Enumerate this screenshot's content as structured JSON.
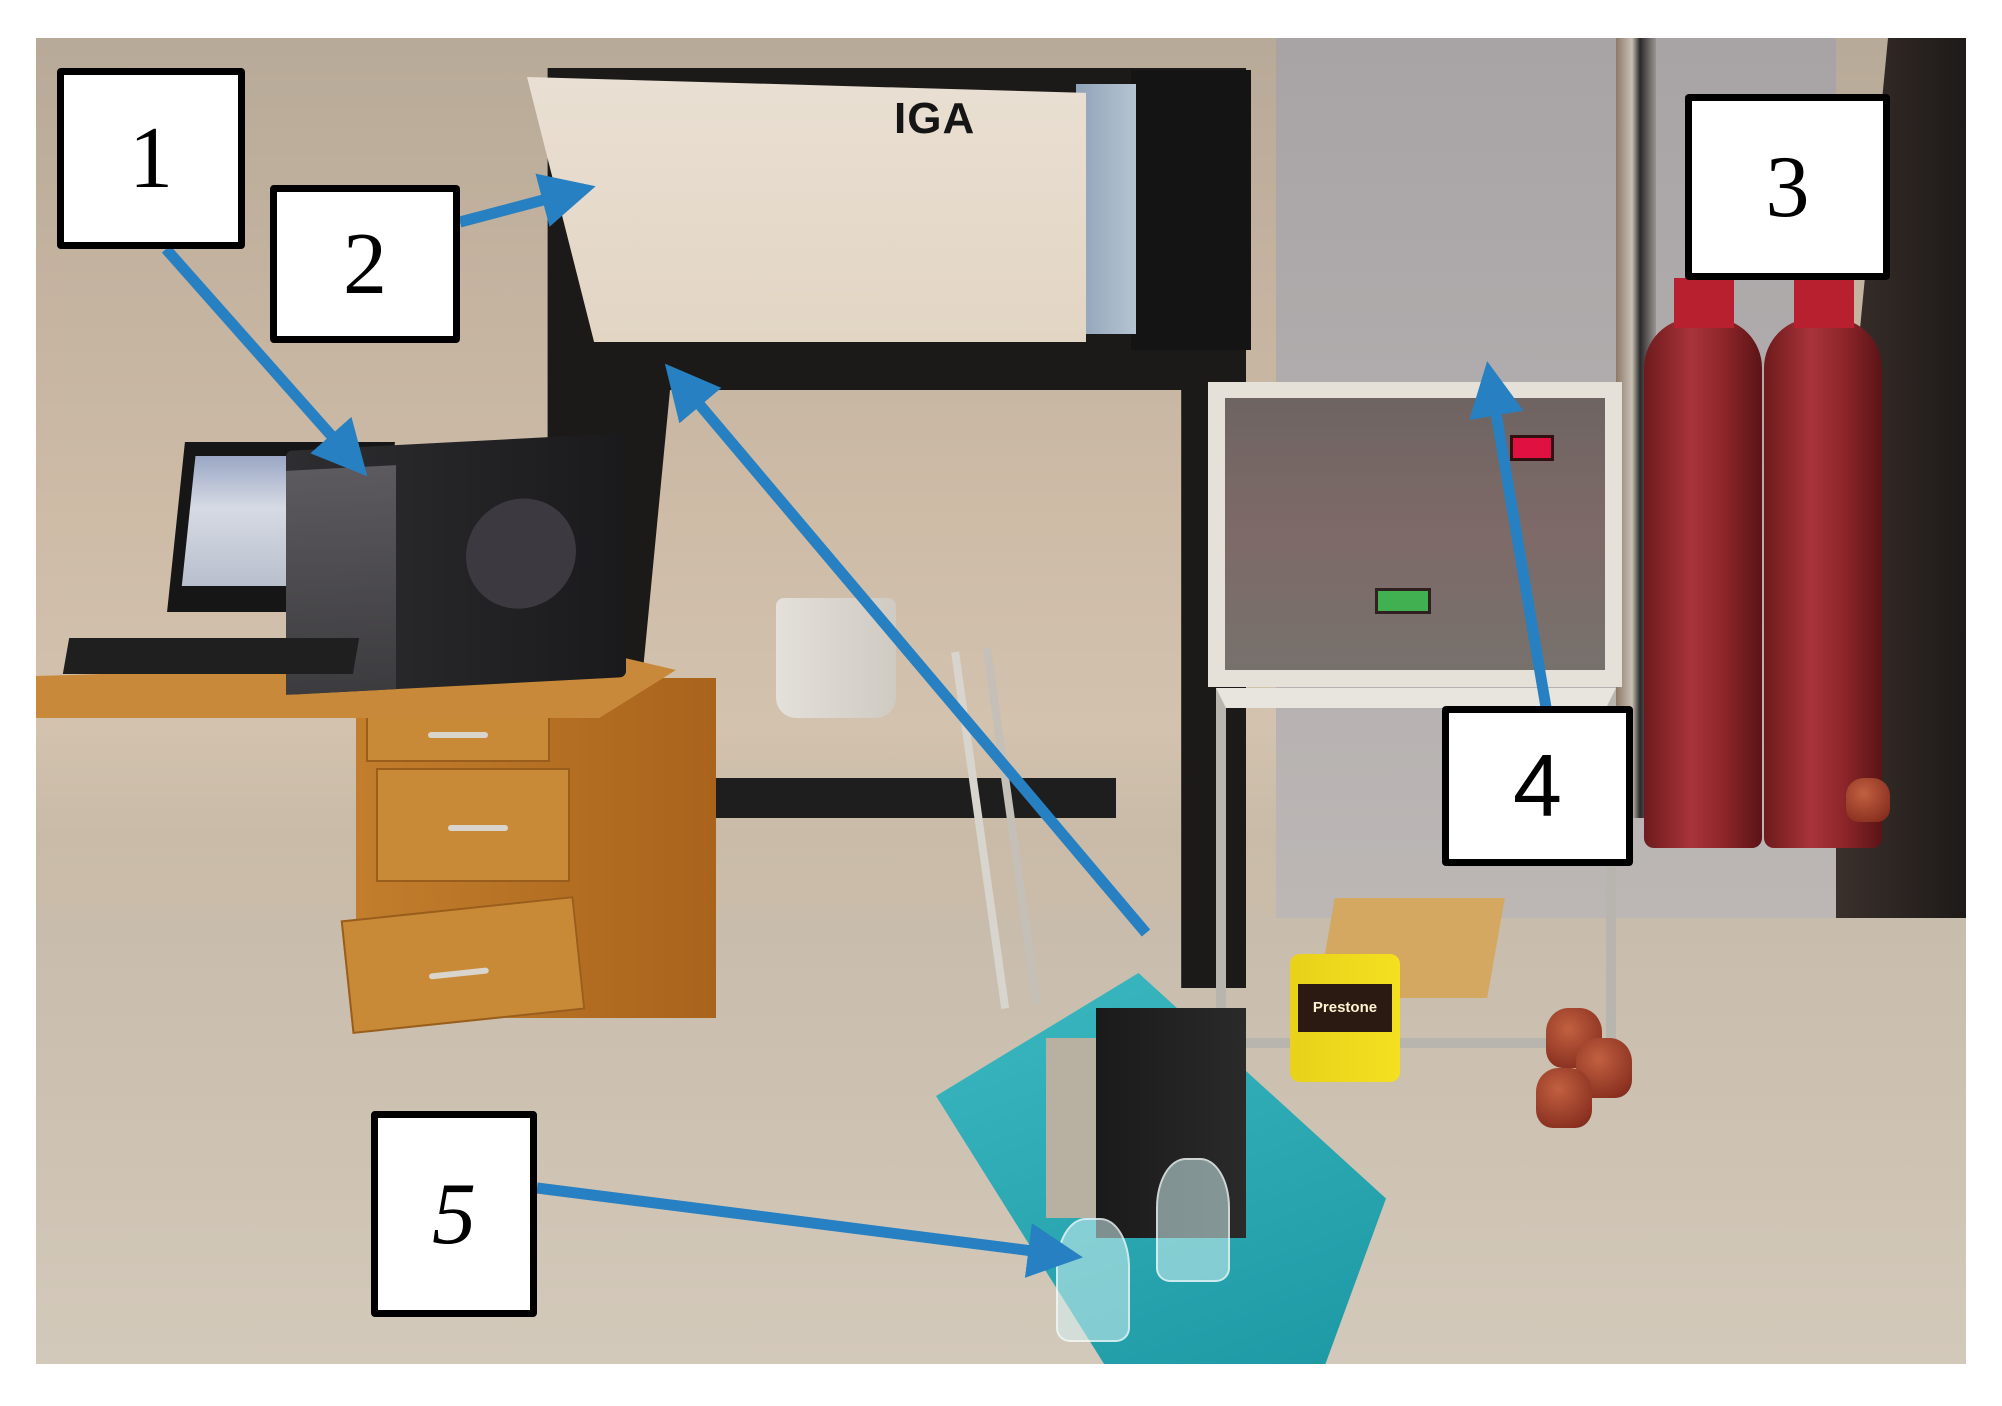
{
  "figure": {
    "description": "Photograph of an IGA (intelligent gravimetric analyzer) laboratory setup with numbered callouts",
    "accent_arrow_color": "#2680c2",
    "label_box_border": "#000000"
  },
  "equipment_text": {
    "iga_panel_label": "IGA",
    "jug_brand": "Prestone"
  },
  "callouts": [
    {
      "number": "1",
      "target": "computer"
    },
    {
      "number": "2",
      "target": "iga-instrument"
    },
    {
      "number": "3",
      "target": "gas-cylinders"
    },
    {
      "number": "4",
      "target": "control-unit"
    },
    {
      "number": "5",
      "target": "chiller-bath"
    }
  ]
}
